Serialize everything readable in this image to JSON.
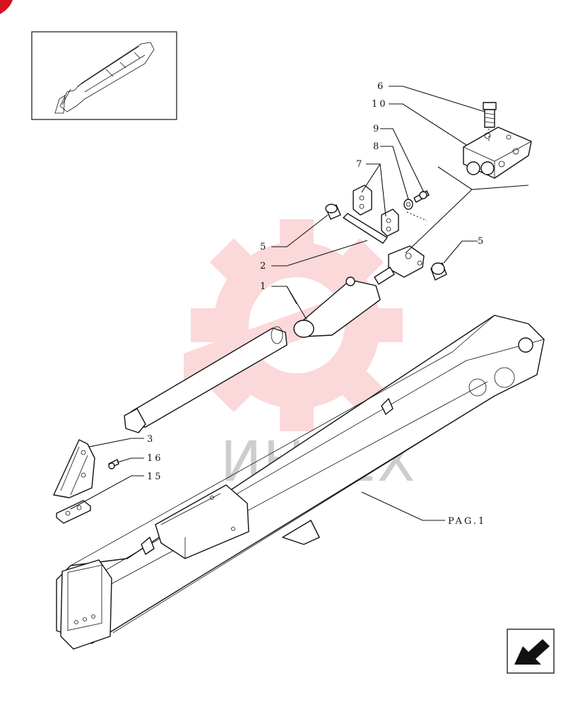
{
  "brand": {
    "watermark_text": "ИНТЕХ",
    "watermark_color": "#e8202a"
  },
  "callouts": {
    "c6": "6",
    "c10": "10",
    "c9": "9",
    "c8": "8",
    "c7": "7",
    "c5a": "5",
    "c5b": "5",
    "c2": "2",
    "c1": "1",
    "c3": "3",
    "c16": "16",
    "c15": "15",
    "pag": "PAG.1"
  },
  "icons": {
    "corner": "red-corner-mark",
    "nav": "back-arrow-icon",
    "thumb": "overview-thumbnail"
  }
}
